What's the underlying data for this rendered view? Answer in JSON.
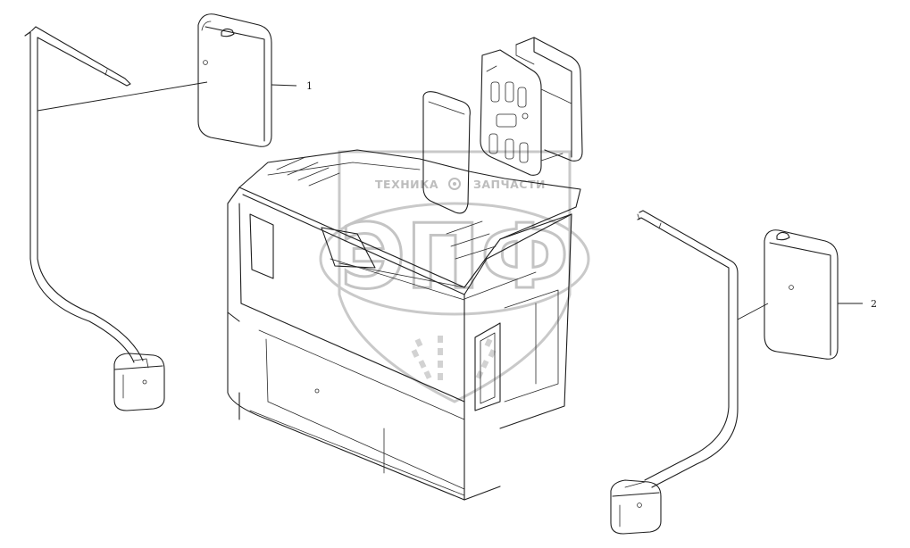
{
  "callouts": [
    {
      "id": "1",
      "label": "1"
    },
    {
      "id": "2",
      "label": "2"
    }
  ],
  "watermark": {
    "top_text_left": "ТЕХНИКА",
    "top_text_right": "ЗАПЧАСТИ",
    "logo_letters": "ЭПФ",
    "color": "#c4c4c4"
  },
  "line_color": "#1e1e1e",
  "background": "#ffffff"
}
